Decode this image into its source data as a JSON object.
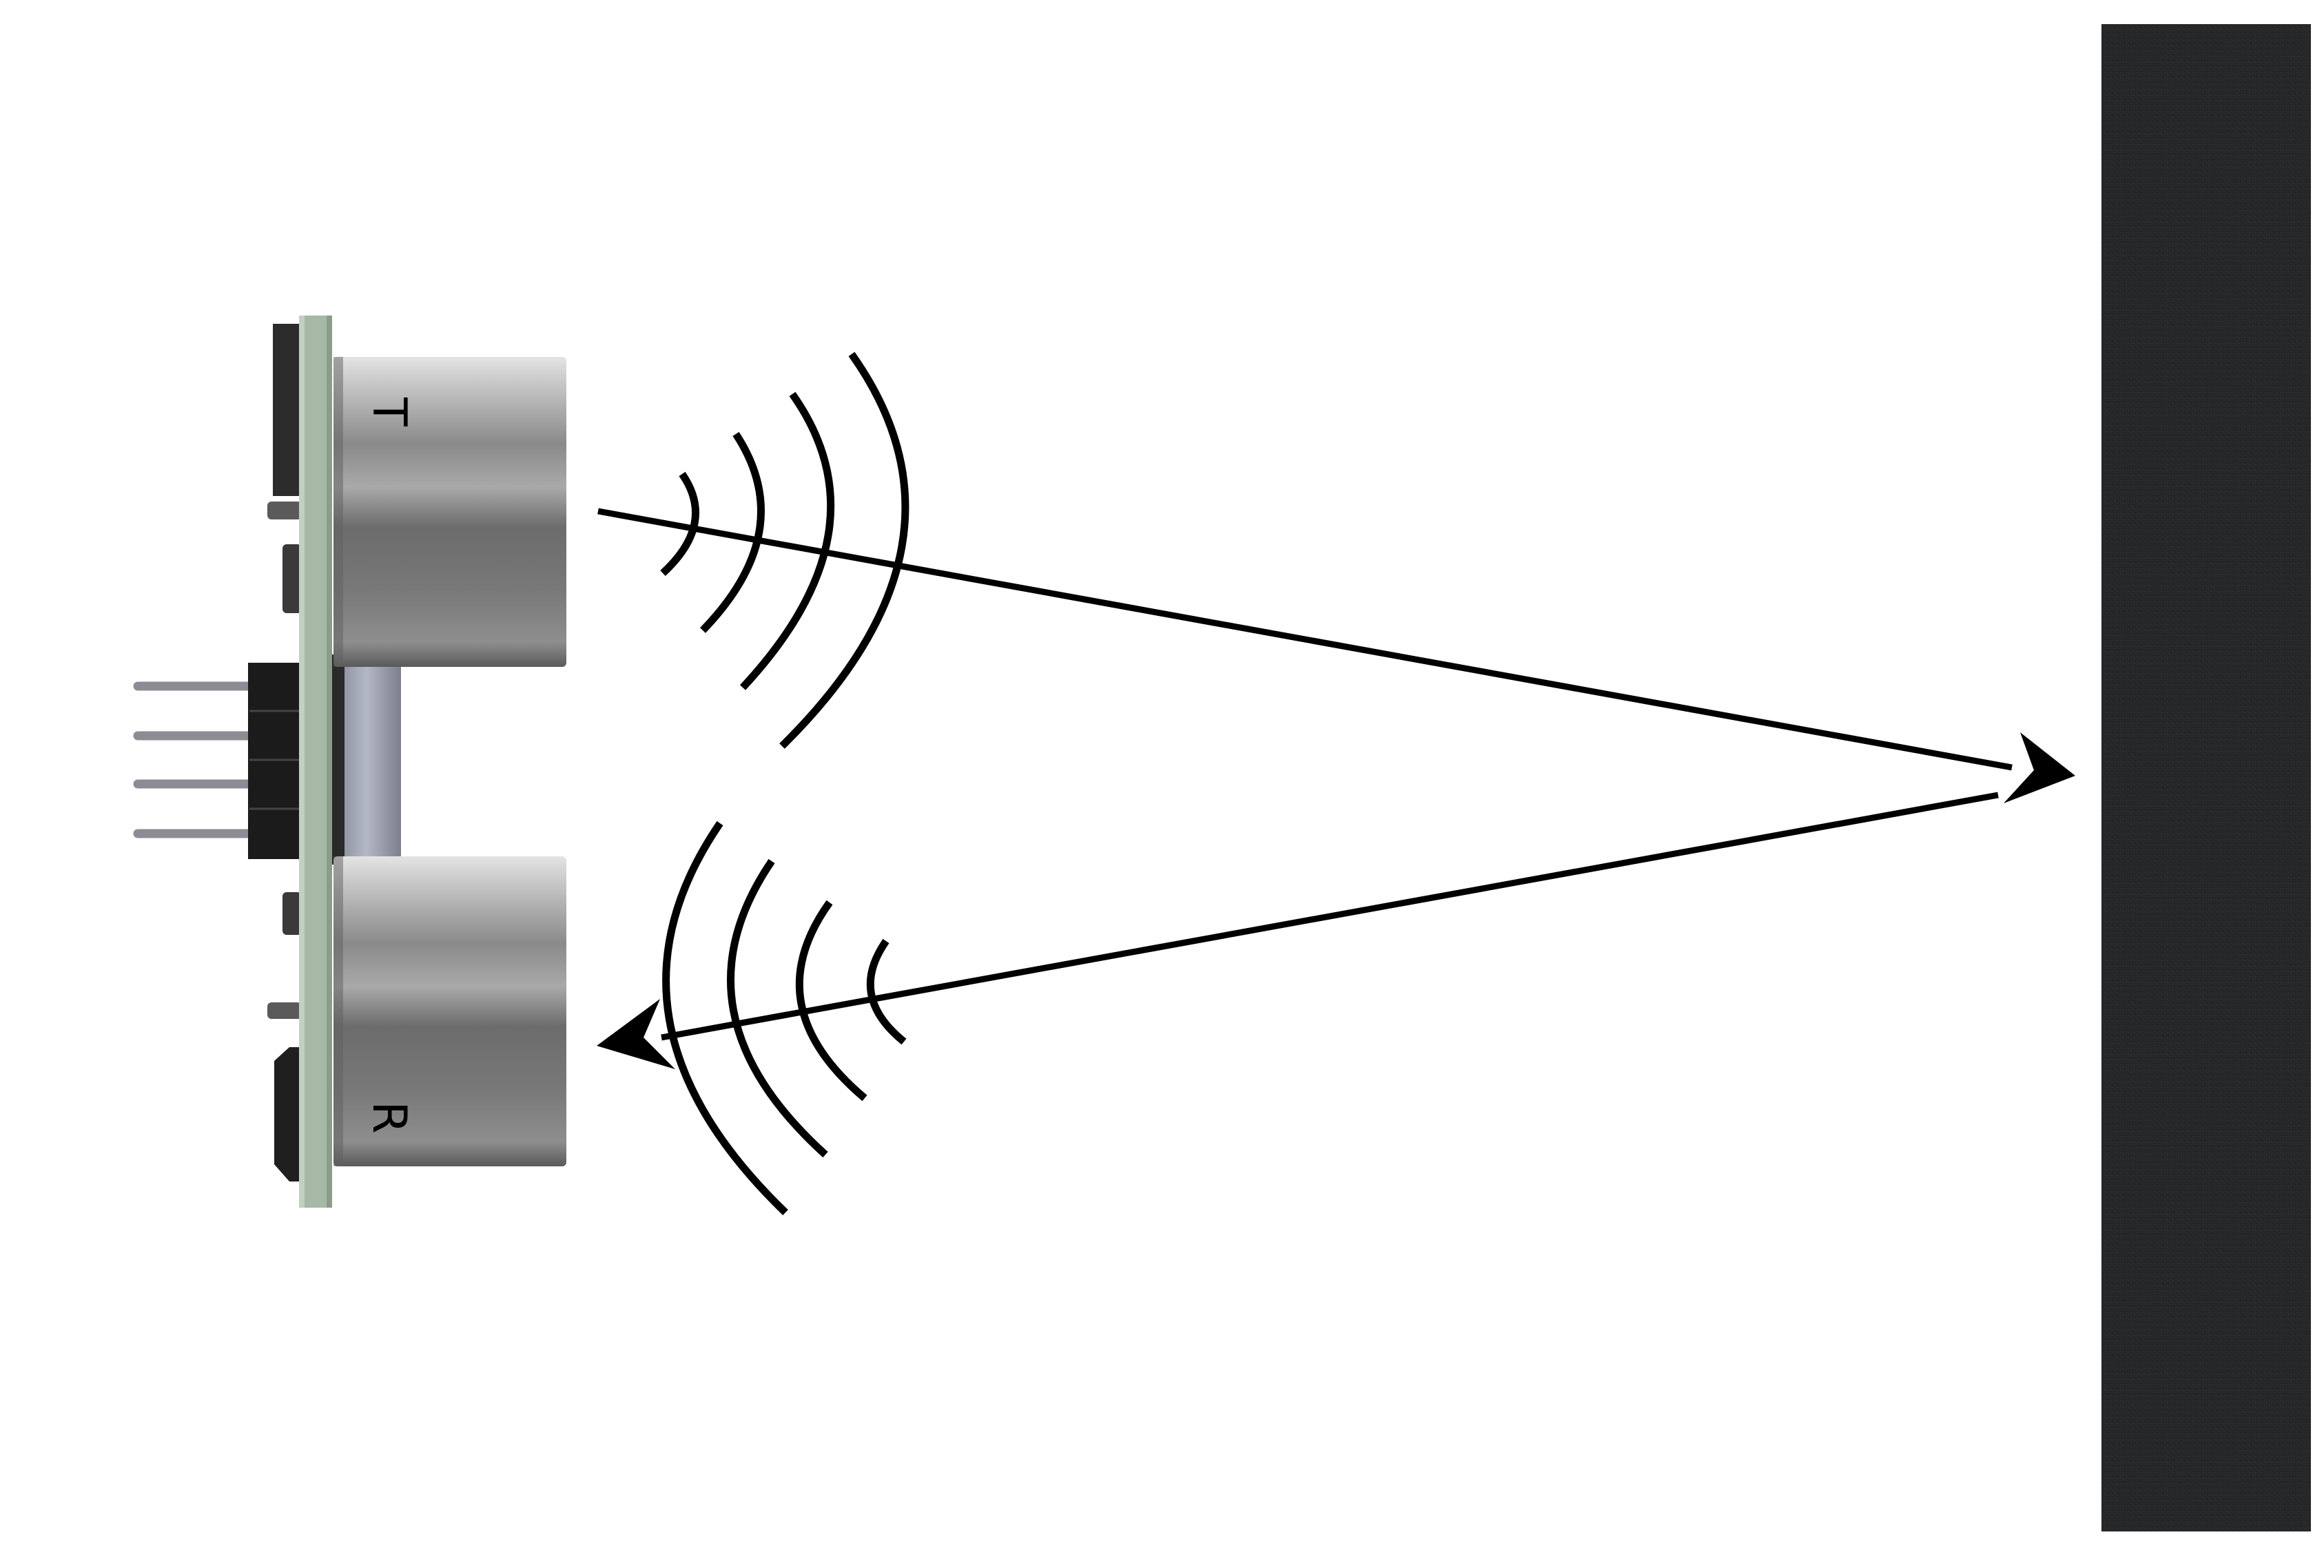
{
  "diagram": {
    "transmitter": {
      "letter": "T"
    },
    "receiver": {
      "letter": "R"
    },
    "header_pins": 4,
    "emitted_wave_count": 4,
    "returning_wave_count": 4
  },
  "colors": {
    "background": "#ffffff",
    "line": "#000000",
    "wall": "#252729",
    "pcb": "#a6b8a6",
    "header": "#1b1b1b",
    "pin": "#8c8c94",
    "crystal": "#9a9fad"
  }
}
